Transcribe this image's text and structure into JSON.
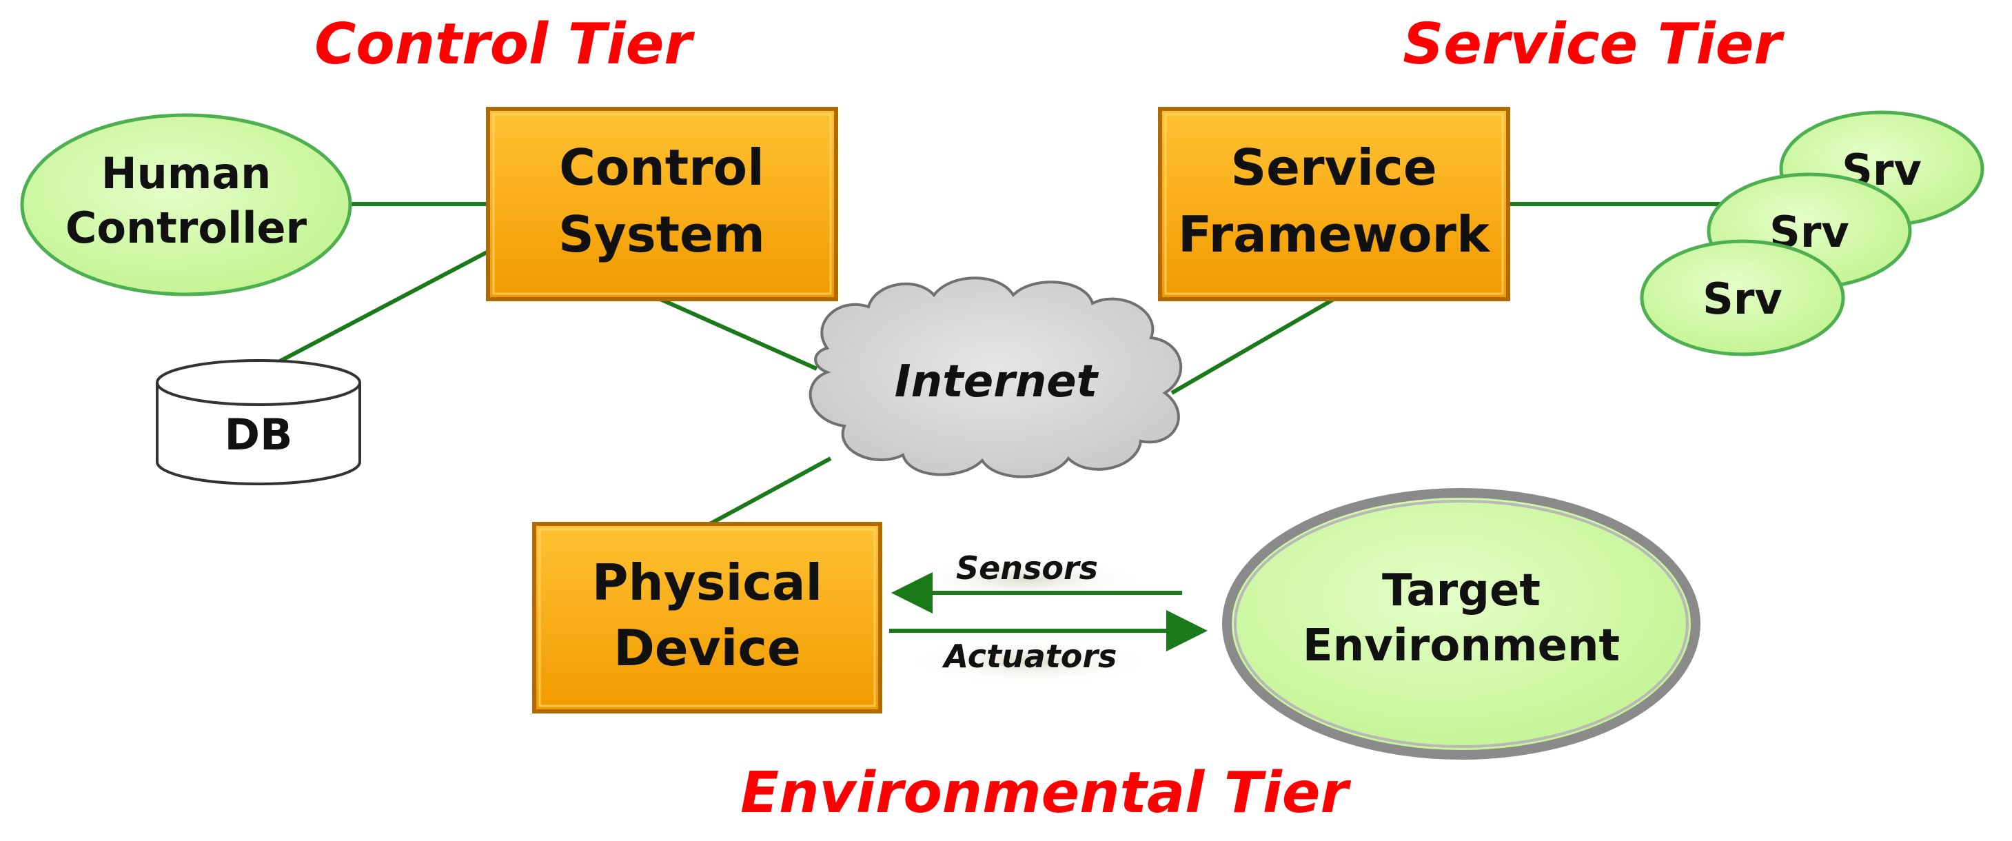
{
  "tiers": {
    "control": "Control Tier",
    "service": "Service Tier",
    "environmental": "Environmental Tier"
  },
  "nodes": {
    "human_controller": [
      "Human",
      "Controller"
    ],
    "control_system": [
      "Control",
      "System"
    ],
    "service_framework": [
      "Service",
      "Framework"
    ],
    "srv": "Srv",
    "db": "DB",
    "internet": "Internet",
    "physical_device": [
      "Physical",
      "Device"
    ],
    "target_environment": [
      "Target",
      "Environment"
    ]
  },
  "edges": {
    "sensors": "Sensors",
    "actuators": "Actuators"
  },
  "colors": {
    "tier_text": "#ff0000",
    "box_fill": "#ffa500",
    "box_border": "#c87800",
    "ellipse_fill": "#ccff99",
    "ellipse_border": "#4caf50",
    "line": "#1a7a1a",
    "cloud_fill": "#d6d6d6"
  }
}
